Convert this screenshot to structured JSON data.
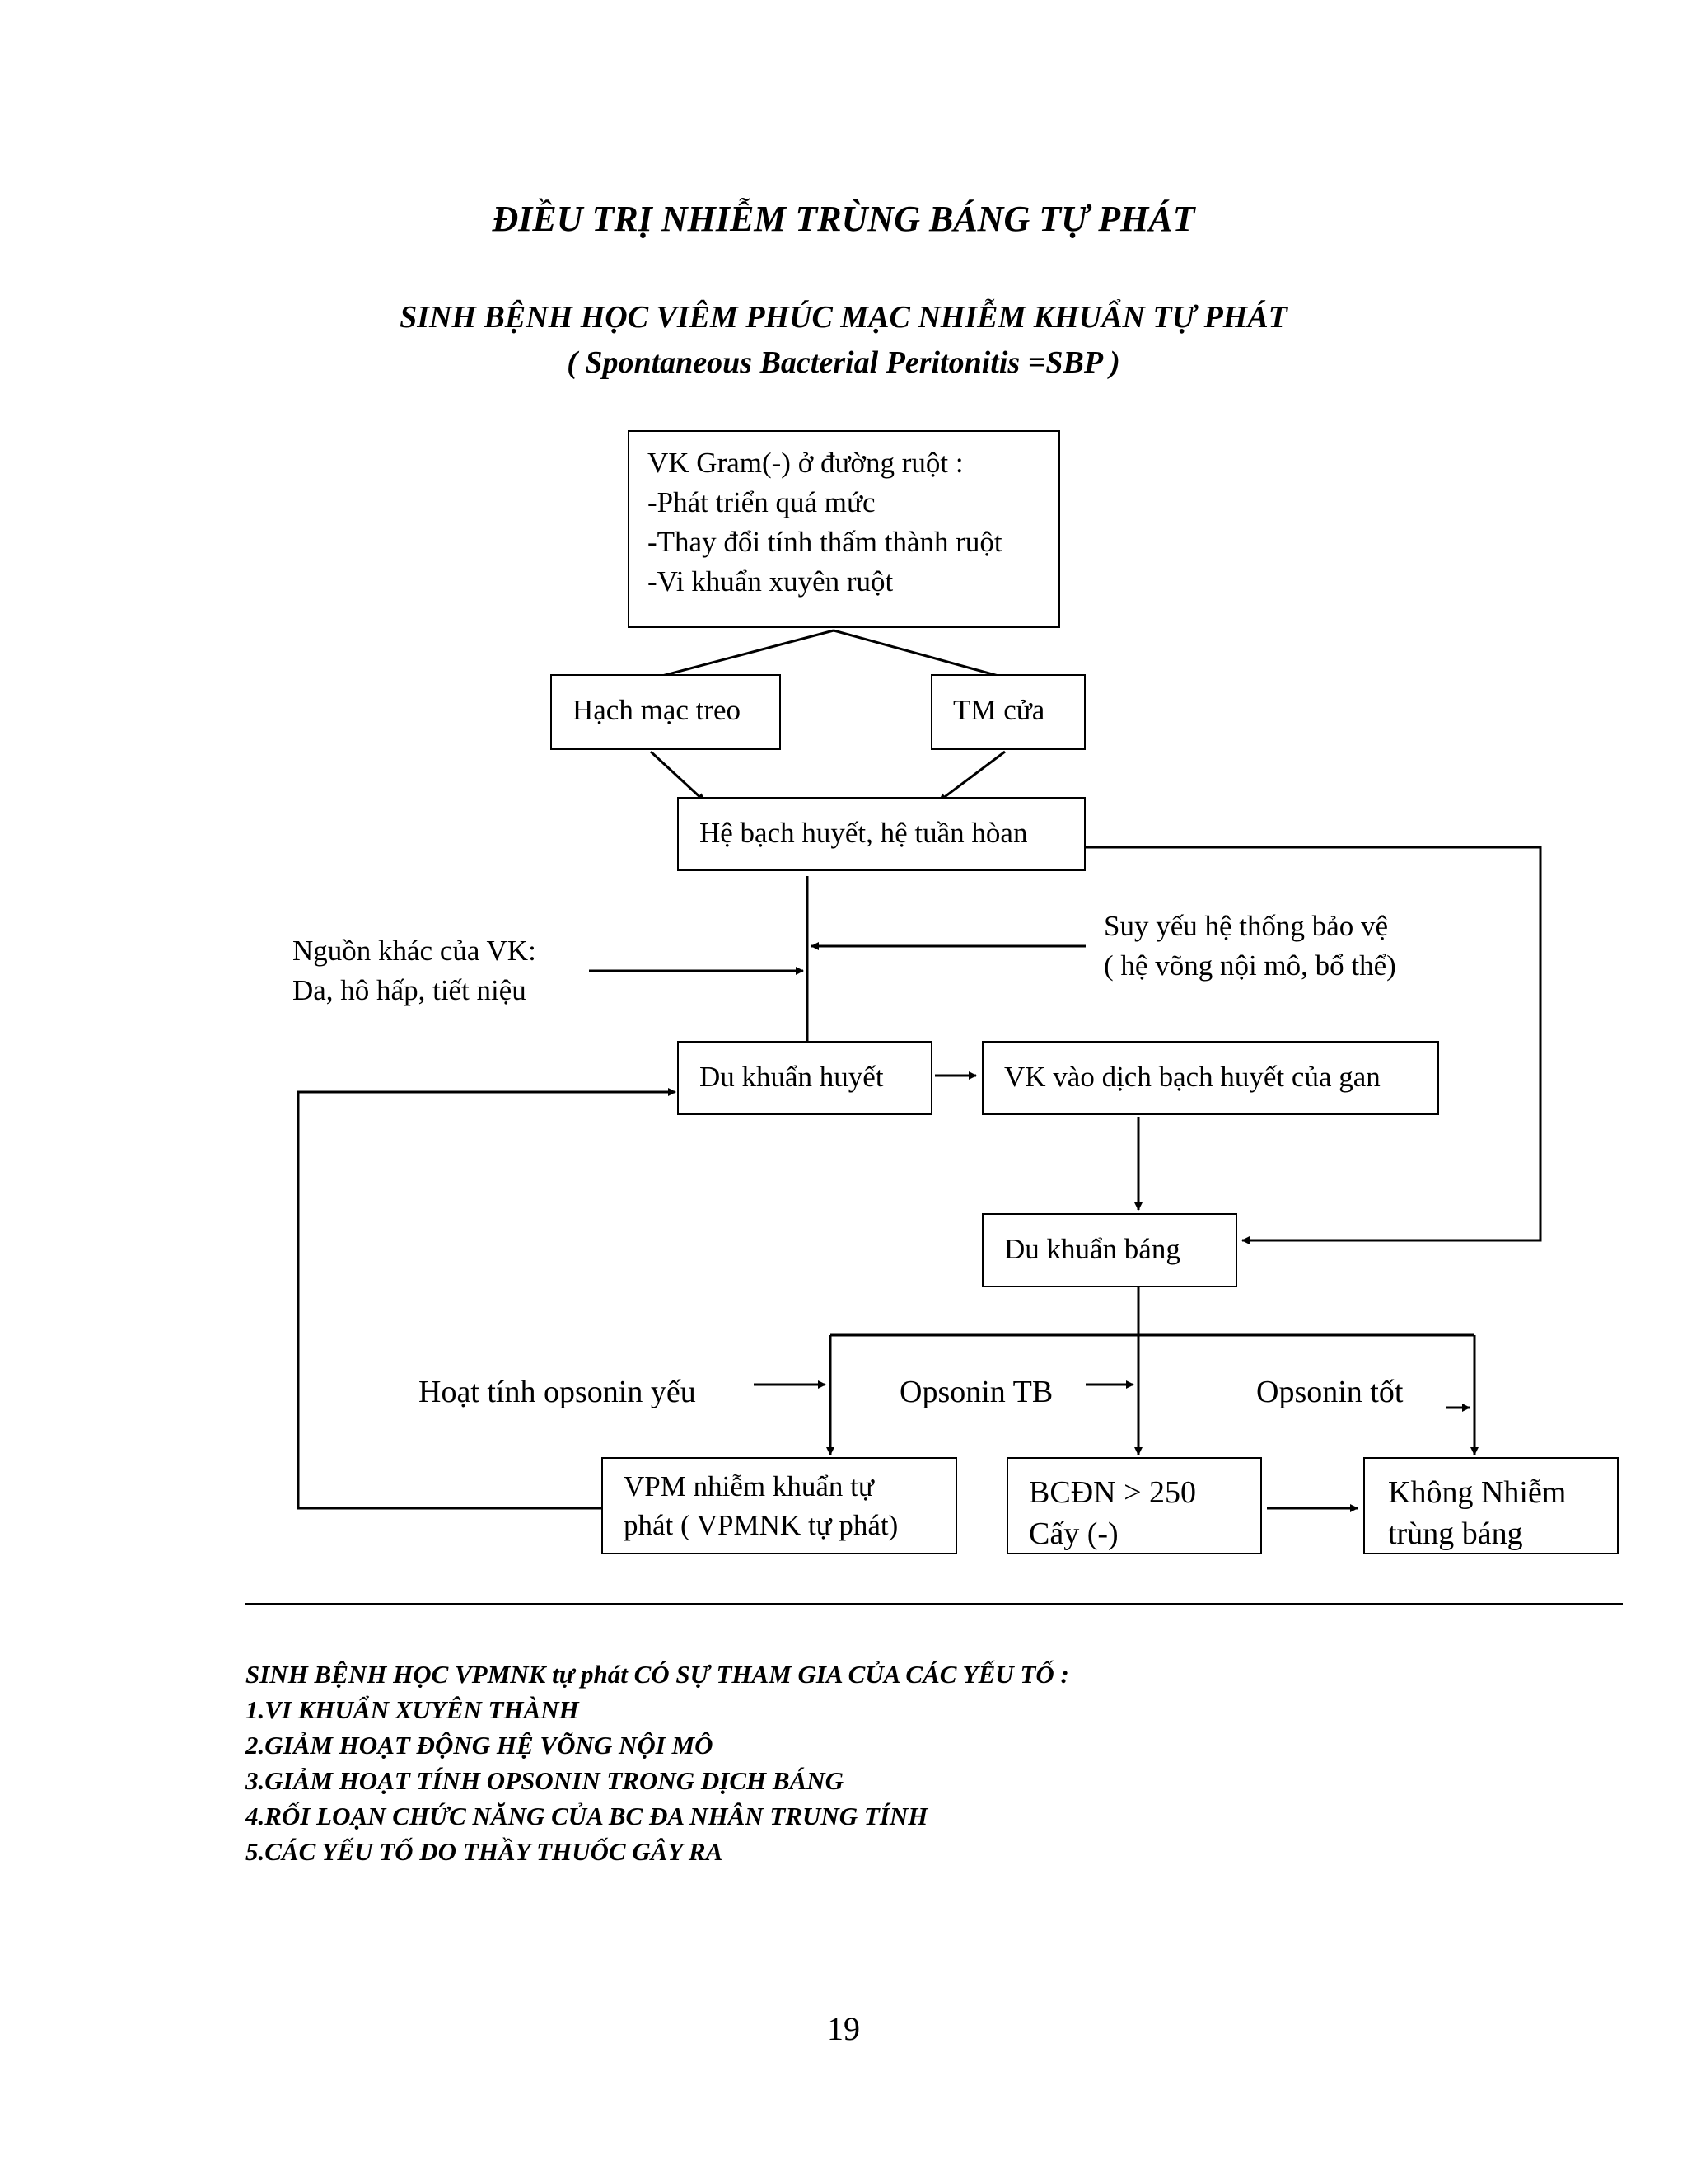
{
  "document": {
    "title": "ĐIỀU TRỊ NHIỄM TRÙNG BÁNG TỰ PHÁT",
    "subtitle": "SINH BỆNH HỌC VIÊM PHÚC MẠC NHIỄM KHUẨN  TỰ PHÁT",
    "subtitle_en": "( Spontaneous Bacterial Peritonitis =SBP )",
    "page_number": "19"
  },
  "flowchart": {
    "source_box": {
      "lines": [
        "VK Gram(-) ở đường ruột :",
        "-Phát triển quá mức",
        "-Thay đổi tính thấm thành ruột",
        "-Vi khuẩn xuyên ruột"
      ]
    },
    "mesenteric": "Hạch mạc treo",
    "portal_vein": "TM cửa",
    "circulation": "Hệ bạch huyết, hệ tuần hòan",
    "other_sources": [
      "Nguồn khác của VK:",
      "Da, hô hấp, tiết niệu"
    ],
    "immune_weak": [
      "Suy yếu hệ thống bảo vệ",
      "( hệ võng nội mô, bổ thể)"
    ],
    "bacteremia": "Du khuẩn huyết",
    "liver_lymph": "VK vào dịch bạch huyết của gan",
    "bacterascites": "Du khuẩn báng",
    "opsonin_weak": "Hoạt tính opsonin yếu",
    "opsonin_avg": "Opsonin TB",
    "opsonin_good": "Opsonin tốt",
    "sbp_box": [
      "VPM nhiễm khuẩn tự",
      "phát ( VPMNK tự phát)"
    ],
    "pmn_box": [
      "BCĐN > 250",
      "Cấy (-)"
    ],
    "no_infection_box": [
      "Không Nhiễm",
      "trùng báng"
    ]
  },
  "factors": {
    "heading": "SINH BỆNH HỌC VPMNK tự phát  CÓ SỰ THAM GIA CỦA CÁC  YẾU TỐ :",
    "items": [
      "1.VI KHUẨN XUYÊN THÀNH",
      "2.GIẢM HOẠT ĐỘNG HỆ VÕNG NỘI MÔ",
      "3.GIẢM HOẠT TÍNH OPSONIN TRONG DỊCH BÁNG",
      "4.RỐI LOẠN CHỨC NĂNG CỦA BC ĐA NHÂN TRUNG TÍNH",
      "5.CÁC YẾU TỐ DO THẦY THUỐC GÂY RA"
    ]
  }
}
